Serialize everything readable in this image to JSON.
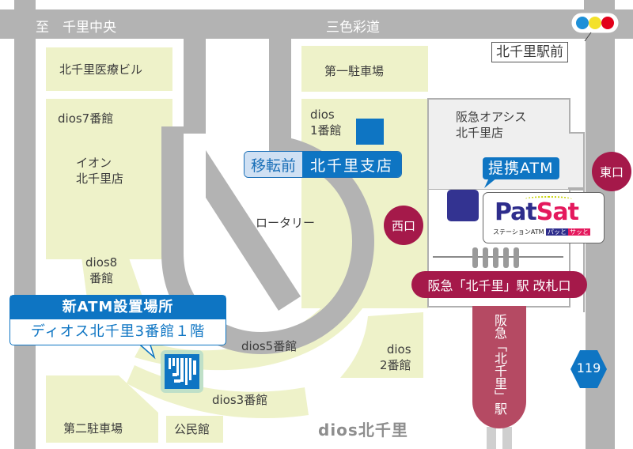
{
  "roads": {
    "top_left_label": "至　千里中央",
    "top_center_label": "三色彩道"
  },
  "signal": {
    "label": "北千里駅前",
    "colors": [
      "#1e90d8",
      "#f3e12b",
      "#e2001a"
    ]
  },
  "buildings": {
    "medical": "北千里医療ビル",
    "dios7": "dios7番館",
    "aeon_line1": "イオン",
    "aeon_line2": "北千里店",
    "dios8_line1": "dios8",
    "dios8_line2": "番館",
    "parking1": "第一駐車場",
    "dios1_line1": "dios",
    "dios1_line2": "1番館",
    "oasis_line1": "阪急オアシス",
    "oasis_line2": "北千里店",
    "rotary": "ロータリー",
    "dios5": "dios5番館",
    "dios3": "dios3番館",
    "dios2_line1": "dios",
    "dios2_line2": "2番館",
    "parking2": "第二駐車場",
    "community": "公民館",
    "dios_brand": "dios北千里"
  },
  "old_branch": {
    "tag": "移転前",
    "name": "北千里支店"
  },
  "partner_atm": {
    "label": "提携ATM",
    "logo_main_1": "Pat",
    "logo_main_2": "Sat",
    "logo_sub": "ステーションATM",
    "logo_tag1": "パッと",
    "logo_tag2": "サッと"
  },
  "new_atm": {
    "title": "新ATM設置場所",
    "location": "ディオス北千里3番館１階"
  },
  "station": {
    "west_exit": "西口",
    "east_exit": "東口",
    "gate_label": "阪急「北千里」駅 改札口",
    "station_name": "阪急「北千里」駅"
  },
  "route_sign": {
    "number": "119"
  },
  "colors": {
    "road": "#b3b3b3",
    "building": "#eef2c9",
    "brand_blue": "#0e75c3",
    "station_red": "#a5194a",
    "atm_square": "#333391"
  }
}
